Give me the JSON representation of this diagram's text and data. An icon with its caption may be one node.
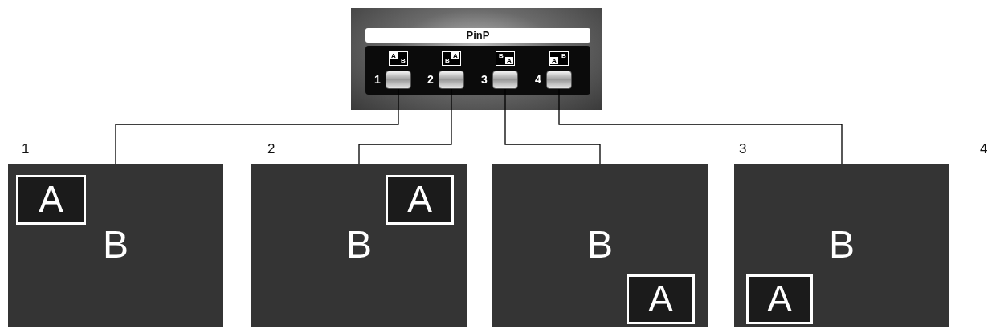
{
  "diagram": {
    "nodes": [
      {
        "text": [
          "PinP"
        ]
      },
      {
        "text": [],
        "shape": "button",
        "in": 0,
        "beside": [
          "1"
        ]
      },
      {
        "text": [],
        "shape": "button",
        "in": 0,
        "beside": [
          "2"
        ]
      },
      {
        "text": [],
        "shape": "button",
        "in": 0,
        "beside": [
          "3"
        ]
      },
      {
        "text": [],
        "shape": "button",
        "in": 0,
        "beside": [
          "4"
        ]
      },
      {
        "text": [
          "B"
        ]
      },
      {
        "text": [
          "A"
        ],
        "in": 5
      },
      {
        "text": [
          "B"
        ]
      },
      {
        "text": [
          "A"
        ],
        "in": 7
      },
      {
        "text": [
          "B"
        ]
      },
      {
        "text": [
          "A"
        ],
        "in": 9
      },
      {
        "text": [
          "B"
        ]
      },
      {
        "text": [
          "A"
        ],
        "in": 11
      }
    ],
    "edges": [
      {
        "from": 1,
        "to": 5,
        "arrow": "none"
      },
      {
        "from": 2,
        "to": 7,
        "arrow": "none"
      },
      {
        "from": 3,
        "to": 9,
        "arrow": "none"
      },
      {
        "from": 4,
        "to": 11,
        "arrow": "none"
      }
    ],
    "labels": [
      "A",
      "B",
      "A",
      "B",
      "B",
      "A",
      "B",
      "A",
      "1",
      "2",
      "3",
      "4"
    ]
  }
}
